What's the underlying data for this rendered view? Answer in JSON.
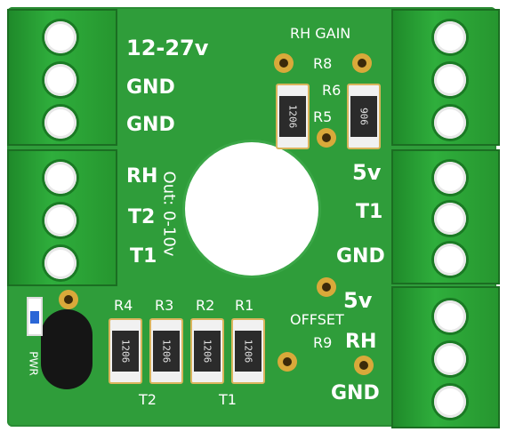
{
  "labels": {
    "v12_27": "12-27v",
    "gnd1": "GND",
    "gnd2": "GND",
    "rh_left": "RH",
    "t2_left": "T2",
    "t1_left": "T1",
    "out": "Out: 0-10v",
    "rh_gain": "RH GAIN",
    "r8": "R8",
    "r6": "R6",
    "r5": "R5",
    "v5_top": "5v",
    "t1_right": "T1",
    "gnd_right": "GND",
    "v5_bottom": "5v",
    "offset": "OFFSET",
    "r9": "R9",
    "rh_right": "RH",
    "gnd_bottom": "GND",
    "r4": "R4",
    "r3": "R3",
    "r2": "R2",
    "r1": "R1",
    "t2_bottom": "T2",
    "t1_bottom": "T1",
    "pwr": "PWR"
  },
  "resistors": {
    "r5_code": "1206",
    "r6_code": "906",
    "r4_code": "1206",
    "r3_code": "1206",
    "r2_code": "1206",
    "r1_code": "1206"
  },
  "colors": {
    "board": "#2f9d3a",
    "terminal": "#26962f",
    "silk": "#ffffff",
    "pad": "#d9a93a"
  }
}
